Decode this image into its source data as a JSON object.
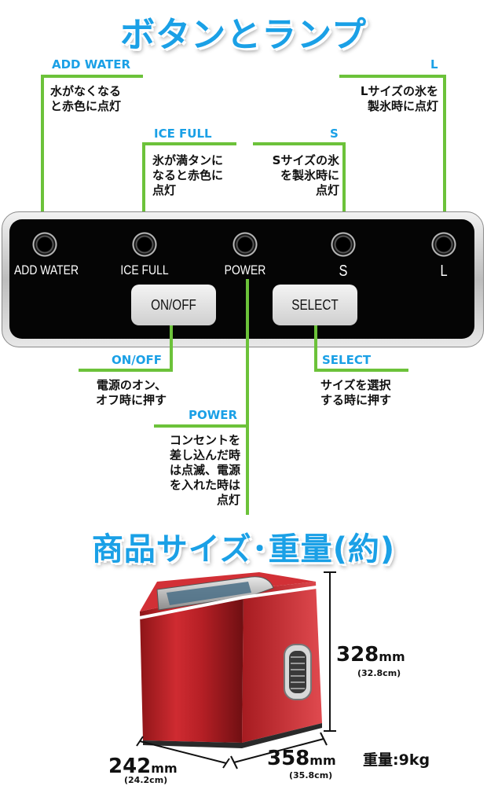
{
  "section_buttons": {
    "title": "ボタンとランプ"
  },
  "callouts": {
    "add_water": {
      "label": "ADD WATER",
      "desc": "水がなくなる\nと赤色に点灯"
    },
    "ice_full": {
      "label": "ICE FULL",
      "desc": "氷が満タンに\nなると赤色に\n点灯"
    },
    "s": {
      "label": "S",
      "desc": "Sサイズの氷\nを製氷時に\n点灯"
    },
    "l": {
      "label": "L",
      "desc": "Lサイズの氷を\n製氷時に点灯"
    },
    "on_off": {
      "label": "ON/OFF",
      "desc": "電源のオン、\nオフ時に押す"
    },
    "select": {
      "label": "SELECT",
      "desc": "サイズを選択\nする時に押す"
    },
    "power": {
      "label": "POWER",
      "desc": "コンセントを\n差し込んだ時\nは点滅、電源\nを入れた時は\n点灯"
    }
  },
  "panel": {
    "lamps": [
      "ADD WATER",
      "ICE FULL",
      "POWER",
      "S",
      "L"
    ],
    "buttons": {
      "on_off": "ON/OFF",
      "select": "SELECT"
    }
  },
  "section_size": {
    "title": "商品サイズ･重量(約)"
  },
  "dimensions": {
    "height_mm": "328",
    "height_cm": "(32.8cm)",
    "depth_mm": "358",
    "depth_cm": "(35.8cm)",
    "width_mm": "242",
    "width_cm": "(24.2cm)",
    "unit_mm": "mm",
    "weight": "重量:9kg"
  },
  "colors": {
    "accent_blue": "#1aa0e6",
    "line_green": "#6cc23a",
    "product_red": "#c3232a"
  }
}
